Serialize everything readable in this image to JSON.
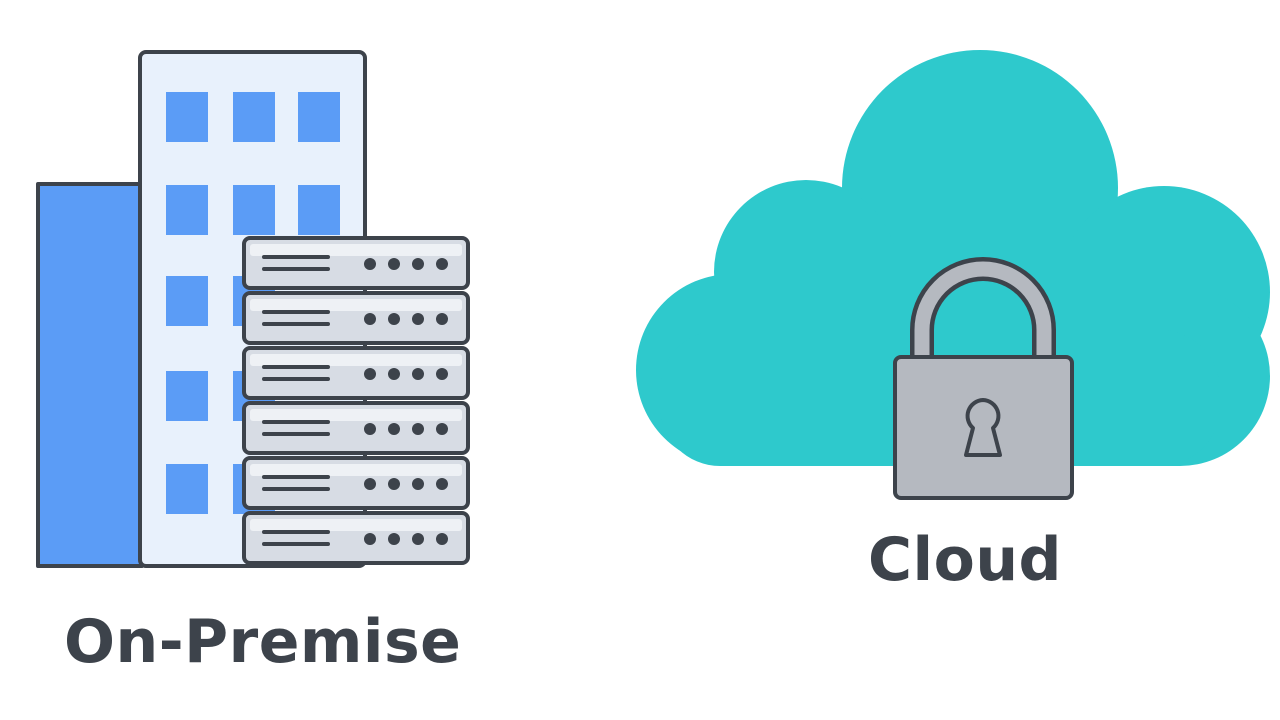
{
  "labels": {
    "on_premise": "On-Premise",
    "cloud": "Cloud"
  },
  "colors": {
    "outline": "#3d434b",
    "building_front": "#e8f1fc",
    "building_side": "#5b9cf6",
    "window": "#5b9cf6",
    "server_body": "#d7dce4",
    "server_highlight": "#eef1f5",
    "cloud": "#2ec9cc",
    "lock_body": "#b5b9c0",
    "lock_shackle": "#b5b9c0",
    "text": "#3d434b"
  },
  "icons": {
    "on_premise": [
      "building-icon",
      "server-rack-icon"
    ],
    "cloud": [
      "cloud-icon",
      "padlock-icon"
    ]
  },
  "server_rack": {
    "units": 6,
    "leds_per_unit": 4
  }
}
